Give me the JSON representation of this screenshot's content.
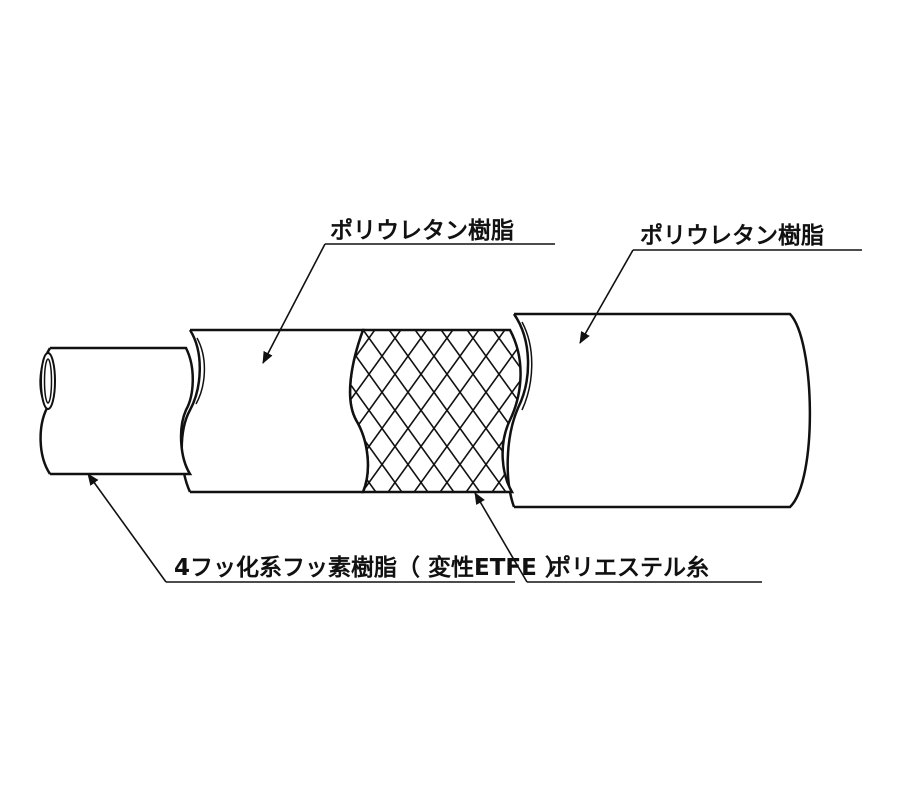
{
  "labels": {
    "outer_jacket": "ポリウレタン樹脂",
    "middle_layer": "ポリウレタン樹脂",
    "inner_tube": "4フッ化系フッ素樹脂（ 変性ETFE ）",
    "reinforcement": "ポリエステル糸"
  },
  "colors": {
    "line": "#111111",
    "background": "#ffffff"
  }
}
